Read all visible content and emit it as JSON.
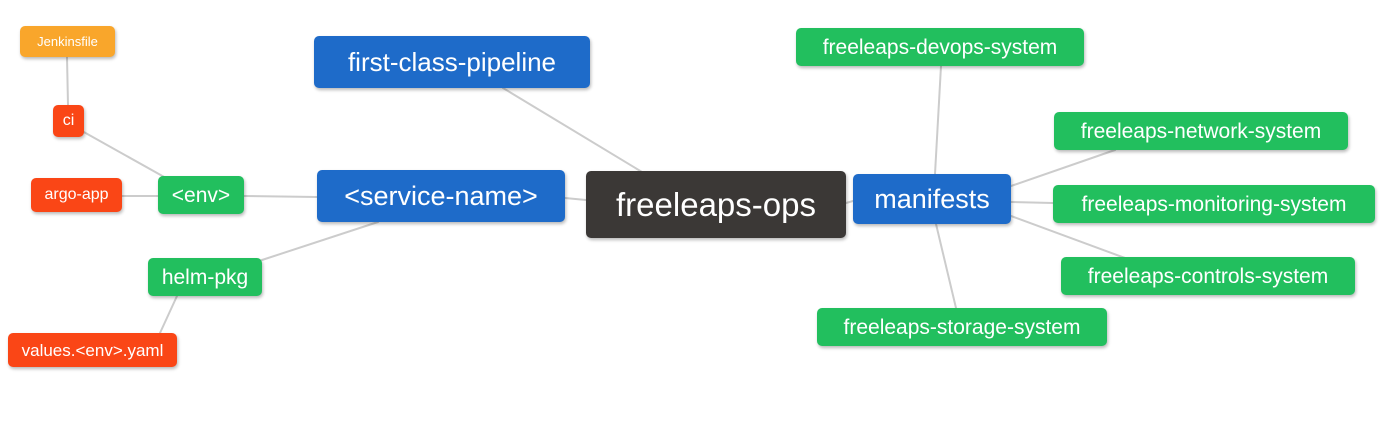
{
  "diagram": {
    "type": "mindmap",
    "root_label": "freeleaps-ops",
    "nodes": [
      {
        "id": "jenkinsfile",
        "label": "Jenkinsfile",
        "color": "orange"
      },
      {
        "id": "ci",
        "label": "ci",
        "color": "red"
      },
      {
        "id": "argo-app",
        "label": "argo-app",
        "color": "red"
      },
      {
        "id": "env",
        "label": "<env>",
        "color": "green"
      },
      {
        "id": "first-class-pipeline",
        "label": "first-class-pipeline",
        "color": "blue"
      },
      {
        "id": "service-name",
        "label": "<service-name>",
        "color": "blue"
      },
      {
        "id": "freeleaps-ops",
        "label": "freeleaps-ops",
        "color": "dark"
      },
      {
        "id": "manifests",
        "label": "manifests",
        "color": "blue"
      },
      {
        "id": "helm-pkg",
        "label": "helm-pkg",
        "color": "green"
      },
      {
        "id": "values-env-yaml",
        "label": "values.<env>.yaml",
        "color": "red"
      },
      {
        "id": "freeleaps-devops-system",
        "label": "freeleaps-devops-system",
        "color": "green"
      },
      {
        "id": "freeleaps-network-system",
        "label": "freeleaps-network-system",
        "color": "green"
      },
      {
        "id": "freeleaps-monitoring-system",
        "label": "freeleaps-monitoring-system",
        "color": "green"
      },
      {
        "id": "freeleaps-controls-system",
        "label": "freeleaps-controls-system",
        "color": "green"
      },
      {
        "id": "freeleaps-storage-system",
        "label": "freeleaps-storage-system",
        "color": "green"
      }
    ],
    "edges": [
      {
        "from": "jenkinsfile",
        "to": "ci"
      },
      {
        "from": "ci",
        "to": "env"
      },
      {
        "from": "argo-app",
        "to": "env"
      },
      {
        "from": "env",
        "to": "service-name"
      },
      {
        "from": "helm-pkg",
        "to": "service-name"
      },
      {
        "from": "values-env-yaml",
        "to": "helm-pkg"
      },
      {
        "from": "first-class-pipeline",
        "to": "freeleaps-ops"
      },
      {
        "from": "service-name",
        "to": "freeleaps-ops"
      },
      {
        "from": "freeleaps-ops",
        "to": "manifests"
      },
      {
        "from": "manifests",
        "to": "freeleaps-devops-system"
      },
      {
        "from": "manifests",
        "to": "freeleaps-network-system"
      },
      {
        "from": "manifests",
        "to": "freeleaps-monitoring-system"
      },
      {
        "from": "manifests",
        "to": "freeleaps-controls-system"
      },
      {
        "from": "manifests",
        "to": "freeleaps-storage-system"
      }
    ]
  },
  "colors": {
    "blue": "#1E6BC9",
    "green": "#22BF5E",
    "orange": "#F9A62B",
    "red": "#FA4616",
    "dark": "#3B3836",
    "edge": "#CCCCCC",
    "text": "#FFFFFF",
    "background": "#FFFFFF"
  }
}
